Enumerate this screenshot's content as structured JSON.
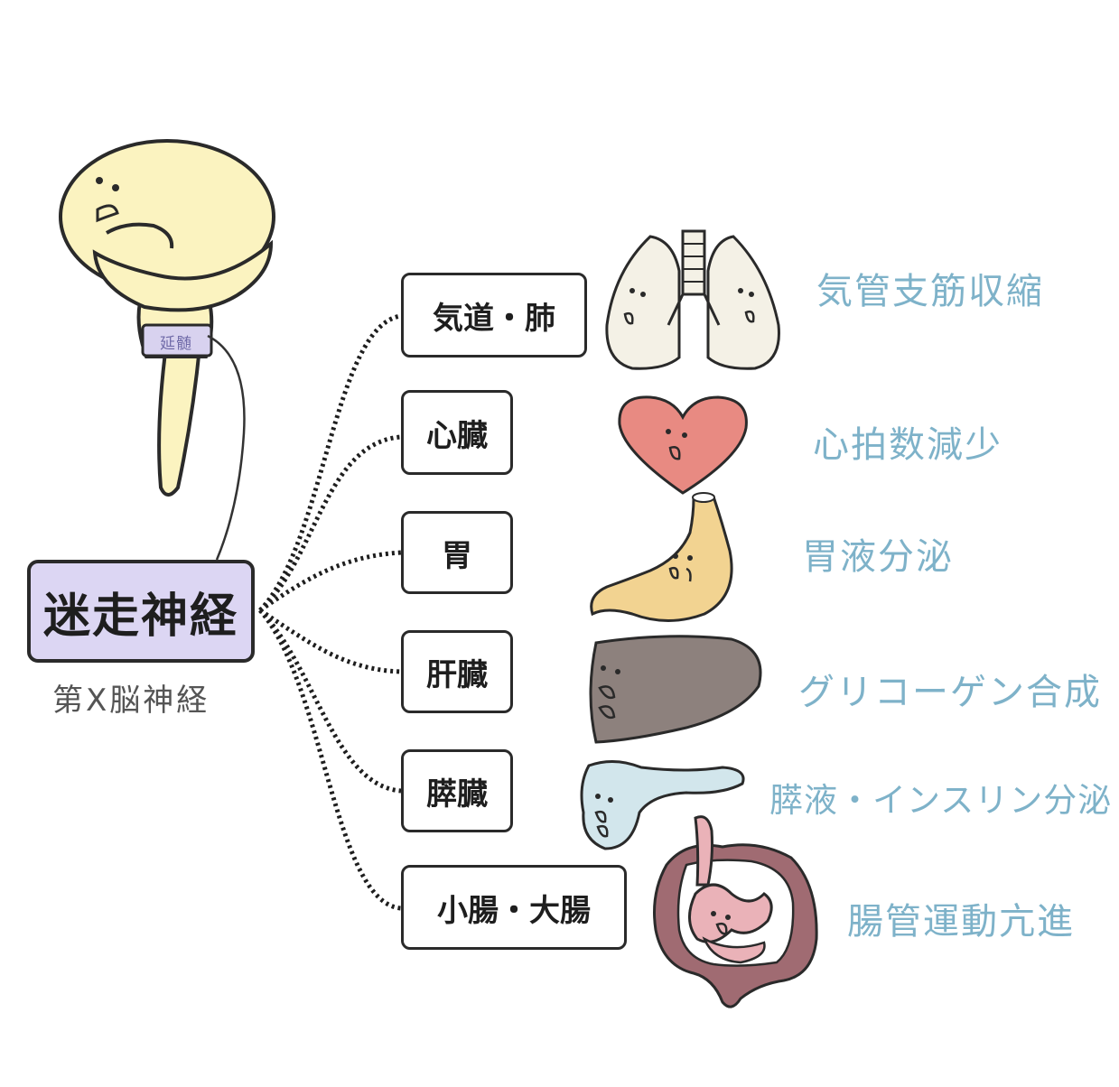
{
  "nerve": {
    "name": "迷走神経",
    "subtitle": "第X脳神経",
    "medulla_label": "延髄"
  },
  "branches": [
    {
      "organ": "気道・肺",
      "effect": "気管支筋収縮",
      "icon": "lungs-icon"
    },
    {
      "organ": "心臓",
      "effect": "心拍数減少",
      "icon": "heart-icon"
    },
    {
      "organ": "胃",
      "effect": "胃液分泌",
      "icon": "stomach-icon"
    },
    {
      "organ": "肝臓",
      "effect": "グリコーゲン合成",
      "icon": "liver-icon"
    },
    {
      "organ": "膵臓",
      "effect": "膵液・インスリン分泌",
      "icon": "pancreas-icon"
    },
    {
      "organ": "小腸・大腸",
      "effect": "腸管運動亢進",
      "icon": "intestines-icon"
    }
  ],
  "colors": {
    "nerve_box": "#dcd6f3",
    "effect_text": "#7eb2c9",
    "brain": "#fbf3c0",
    "lungs": "#f4f1e6",
    "heart": "#e88a82",
    "stomach": "#f2d391",
    "liver": "#8d817d",
    "pancreas": "#d2e6ec",
    "intestines": "#a06b72"
  }
}
